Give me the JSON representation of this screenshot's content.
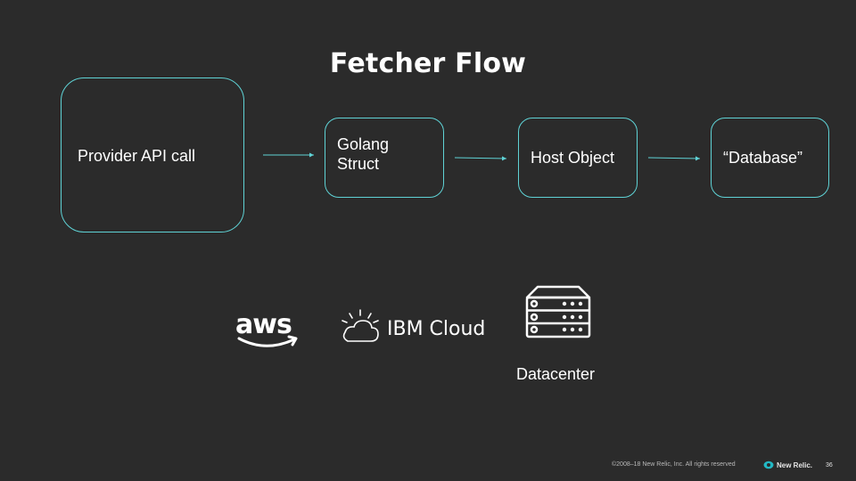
{
  "slide": {
    "title": "Fetcher Flow",
    "page_number": "36",
    "footer": "©2008–18 New Relic, Inc. All rights reserved",
    "brand": "New Relic."
  },
  "flow": {
    "nodes": [
      {
        "id": "provider",
        "label": "Provider API call"
      },
      {
        "id": "struct",
        "label": "Golang Struct"
      },
      {
        "id": "host",
        "label": "Host Object"
      },
      {
        "id": "db",
        "label": "“Database”"
      }
    ],
    "edges": [
      {
        "from": "provider",
        "to": "struct"
      },
      {
        "from": "struct",
        "to": "host"
      },
      {
        "from": "host",
        "to": "db"
      }
    ]
  },
  "providers": {
    "aws": "aws",
    "ibm": "IBM Cloud",
    "datacenter": "Datacenter",
    "icons": [
      "aws-logo-icon",
      "ibm-cloud-icon",
      "server-rack-icon"
    ]
  },
  "colors": {
    "background": "#2b2b2b",
    "accent": "#5fd3d6",
    "text": "#ffffff"
  }
}
